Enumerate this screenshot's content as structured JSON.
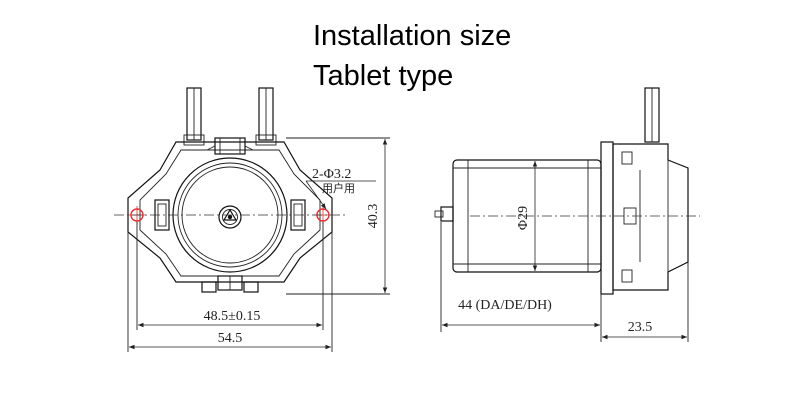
{
  "heading": {
    "line1": "Installation size",
    "line2": "Tablet type"
  },
  "front_view": {
    "hole_note": "2-Φ3.2",
    "hole_note_sub": "用户用",
    "height_dim": "40.3",
    "hole_spacing_dim": "48.5±0.15",
    "total_width_dim": "54.5"
  },
  "side_view": {
    "motor_diameter": "Φ29",
    "motor_length_dim": "44 (DA/DE/DH)",
    "head_depth_dim": "23.5"
  },
  "colors": {
    "line": "#111111",
    "hole_marker": "#e03030"
  }
}
